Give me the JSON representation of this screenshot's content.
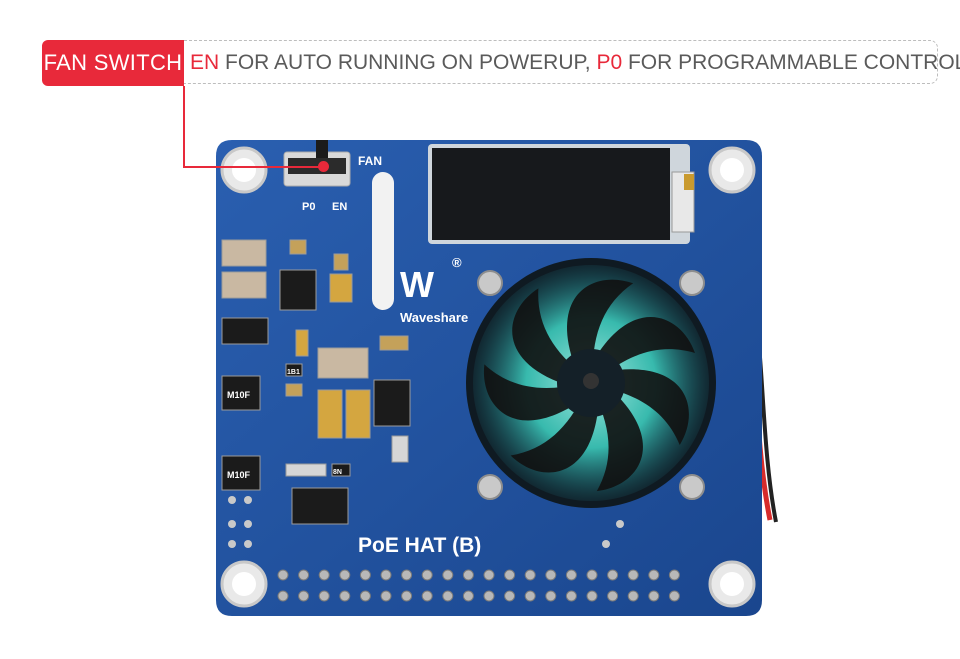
{
  "callout": {
    "tag": "FAN SWITCH",
    "en": "EN",
    "text1": " FOR AUTO RUNNING ON POWERUP, ",
    "p0": "P0",
    "text2": " FOR PROGRAMMABLE CONTROL"
  },
  "board": {
    "switch_label_fan": "FAN",
    "switch_label_p0": "P0",
    "switch_label_en": "EN",
    "brand": "Waveshare",
    "logo_mark": "W",
    "registered": "®",
    "product_name": "PoE HAT (B)",
    "chip_labels": [
      "M10F",
      "M10F",
      "1B1",
      "8N"
    ]
  },
  "colors": {
    "pcb": "#1d4f9c",
    "accent_red": "#e8293a",
    "fan_glow": "#3fd6c6"
  }
}
